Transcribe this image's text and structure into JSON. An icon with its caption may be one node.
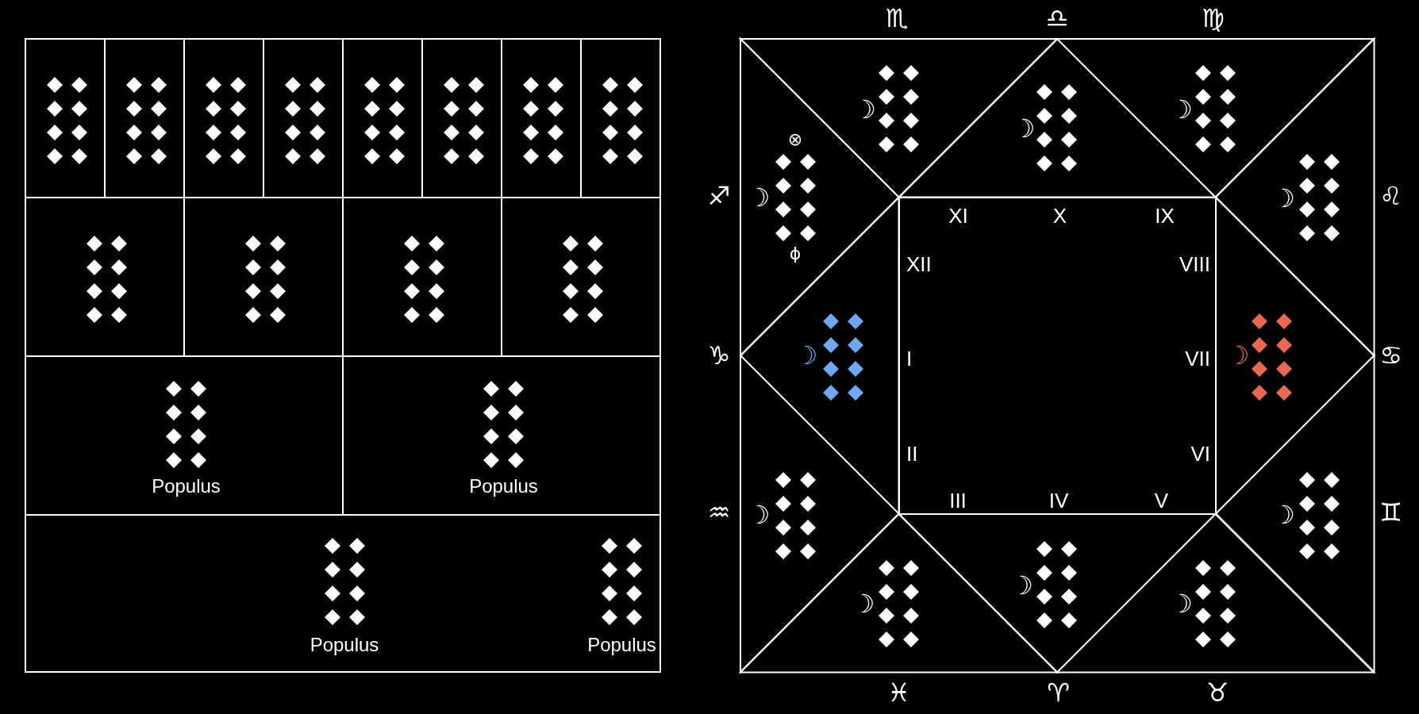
{
  "diagram": {
    "nodes": [
      {
        "text": [],
        "shape": "box"
      },
      {
        "text": [],
        "shape": "box"
      },
      {
        "text": [],
        "shape": "box"
      },
      {
        "text": [],
        "shape": "box"
      },
      {
        "text": [],
        "shape": "box"
      },
      {
        "text": [],
        "shape": "box"
      },
      {
        "text": [],
        "shape": "box"
      },
      {
        "text": [],
        "shape": "box"
      },
      {
        "text": [],
        "shape": "box"
      },
      {
        "text": [],
        "shape": "box"
      },
      {
        "text": [],
        "shape": "box"
      },
      {
        "text": [],
        "shape": "box"
      },
      {
        "text": [
          "Populus"
        ]
      },
      {
        "text": [
          "Populus"
        ]
      },
      {
        "text": [
          "Populus",
          "Populus"
        ]
      },
      {
        "text": [
          "☽"
        ],
        "beside": [
          "♏"
        ]
      },
      {
        "text": [
          "☽"
        ],
        "beside": [
          "♎"
        ]
      },
      {
        "text": [
          "☽"
        ],
        "beside": [
          "♍"
        ]
      },
      {
        "text": [
          "⊗",
          "☽",
          "ϕ"
        ],
        "beside": [
          "♐"
        ]
      },
      {
        "text": [
          "☽"
        ],
        "beside": [
          "♌"
        ]
      },
      {
        "text": [
          "XI",
          "X",
          "IX",
          "XII",
          "VIII",
          "I",
          "VII",
          "II",
          "VI",
          "III",
          "IV",
          "V"
        ]
      },
      {
        "text": [
          "☽"
        ],
        "beside": [
          "♑"
        ]
      },
      {
        "text": [
          "☽"
        ],
        "beside": [
          "♋"
        ]
      },
      {
        "text": [
          "☽"
        ],
        "beside": [
          "♒"
        ]
      },
      {
        "text": [
          "☽"
        ],
        "beside": [
          "♊"
        ]
      },
      {
        "text": [
          "☽"
        ],
        "beside": [
          "♓"
        ]
      },
      {
        "text": [
          "☽"
        ],
        "beside": [
          "♈"
        ]
      },
      {
        "text": [
          "☽"
        ],
        "beside": [
          "♉"
        ]
      }
    ]
  }
}
